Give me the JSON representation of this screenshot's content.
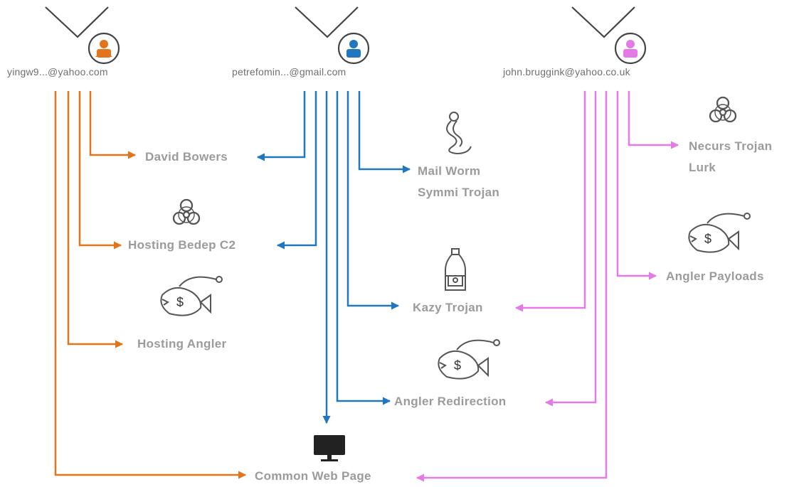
{
  "colors": {
    "orange": "#e2741b",
    "blue": "#1f78bf",
    "pink": "#e57ae6",
    "text": "#9b9b9b",
    "icon": "#555555"
  },
  "senders": [
    {
      "email": "yingw9...@yahoo.com",
      "color": "orange",
      "icon": "envelope-user-icon"
    },
    {
      "email": "petrefomin...@gmail.com",
      "color": "blue",
      "icon": "envelope-user-icon"
    },
    {
      "email": "john.bruggink@yahoo.co.uk",
      "color": "pink",
      "icon": "envelope-user-icon"
    }
  ],
  "targets": {
    "david_bowers": "David Bowers",
    "hosting_bedep_c2": "Hosting Bedep C2",
    "hosting_angler": "Hosting Angler",
    "mail_worm": "Mail Worm\nSymmi Trojan",
    "kazy_trojan": "Kazy Trojan",
    "angler_redirection": "Angler Redirection",
    "common_web_page": "Common Web Page",
    "necurs_lurk": "Necurs Trojan\nLurk",
    "angler_payloads": "Angler Payloads"
  },
  "icons": {
    "biohazard": "biohazard-icon",
    "angler": "anglerfish-icon",
    "worm": "worm-icon",
    "bottle": "bottle-icon",
    "monitor": "monitor-icon"
  }
}
